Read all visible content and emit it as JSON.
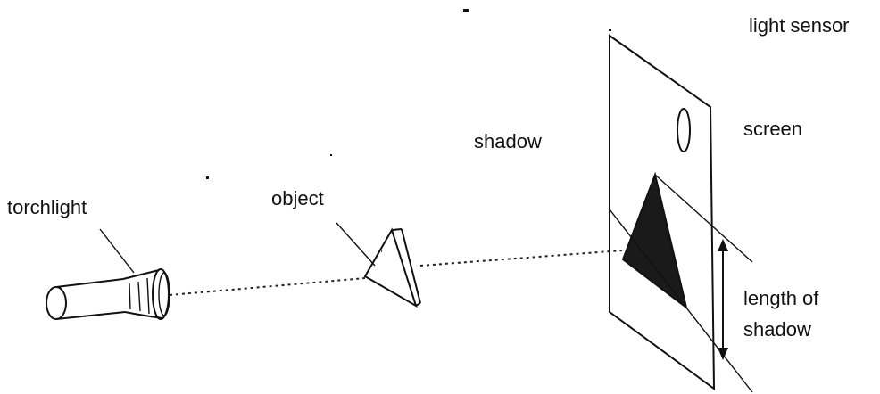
{
  "labels": {
    "light_sensor": "light sensor",
    "screen": "screen",
    "shadow": "shadow",
    "torchlight": "torchlight",
    "object": "object",
    "length_of_shadow_line1": "length of",
    "length_of_shadow_line2": "shadow"
  },
  "colors": {
    "ink": "#111111",
    "shadow_fill": "#1a1a1a",
    "background": "#ffffff"
  }
}
